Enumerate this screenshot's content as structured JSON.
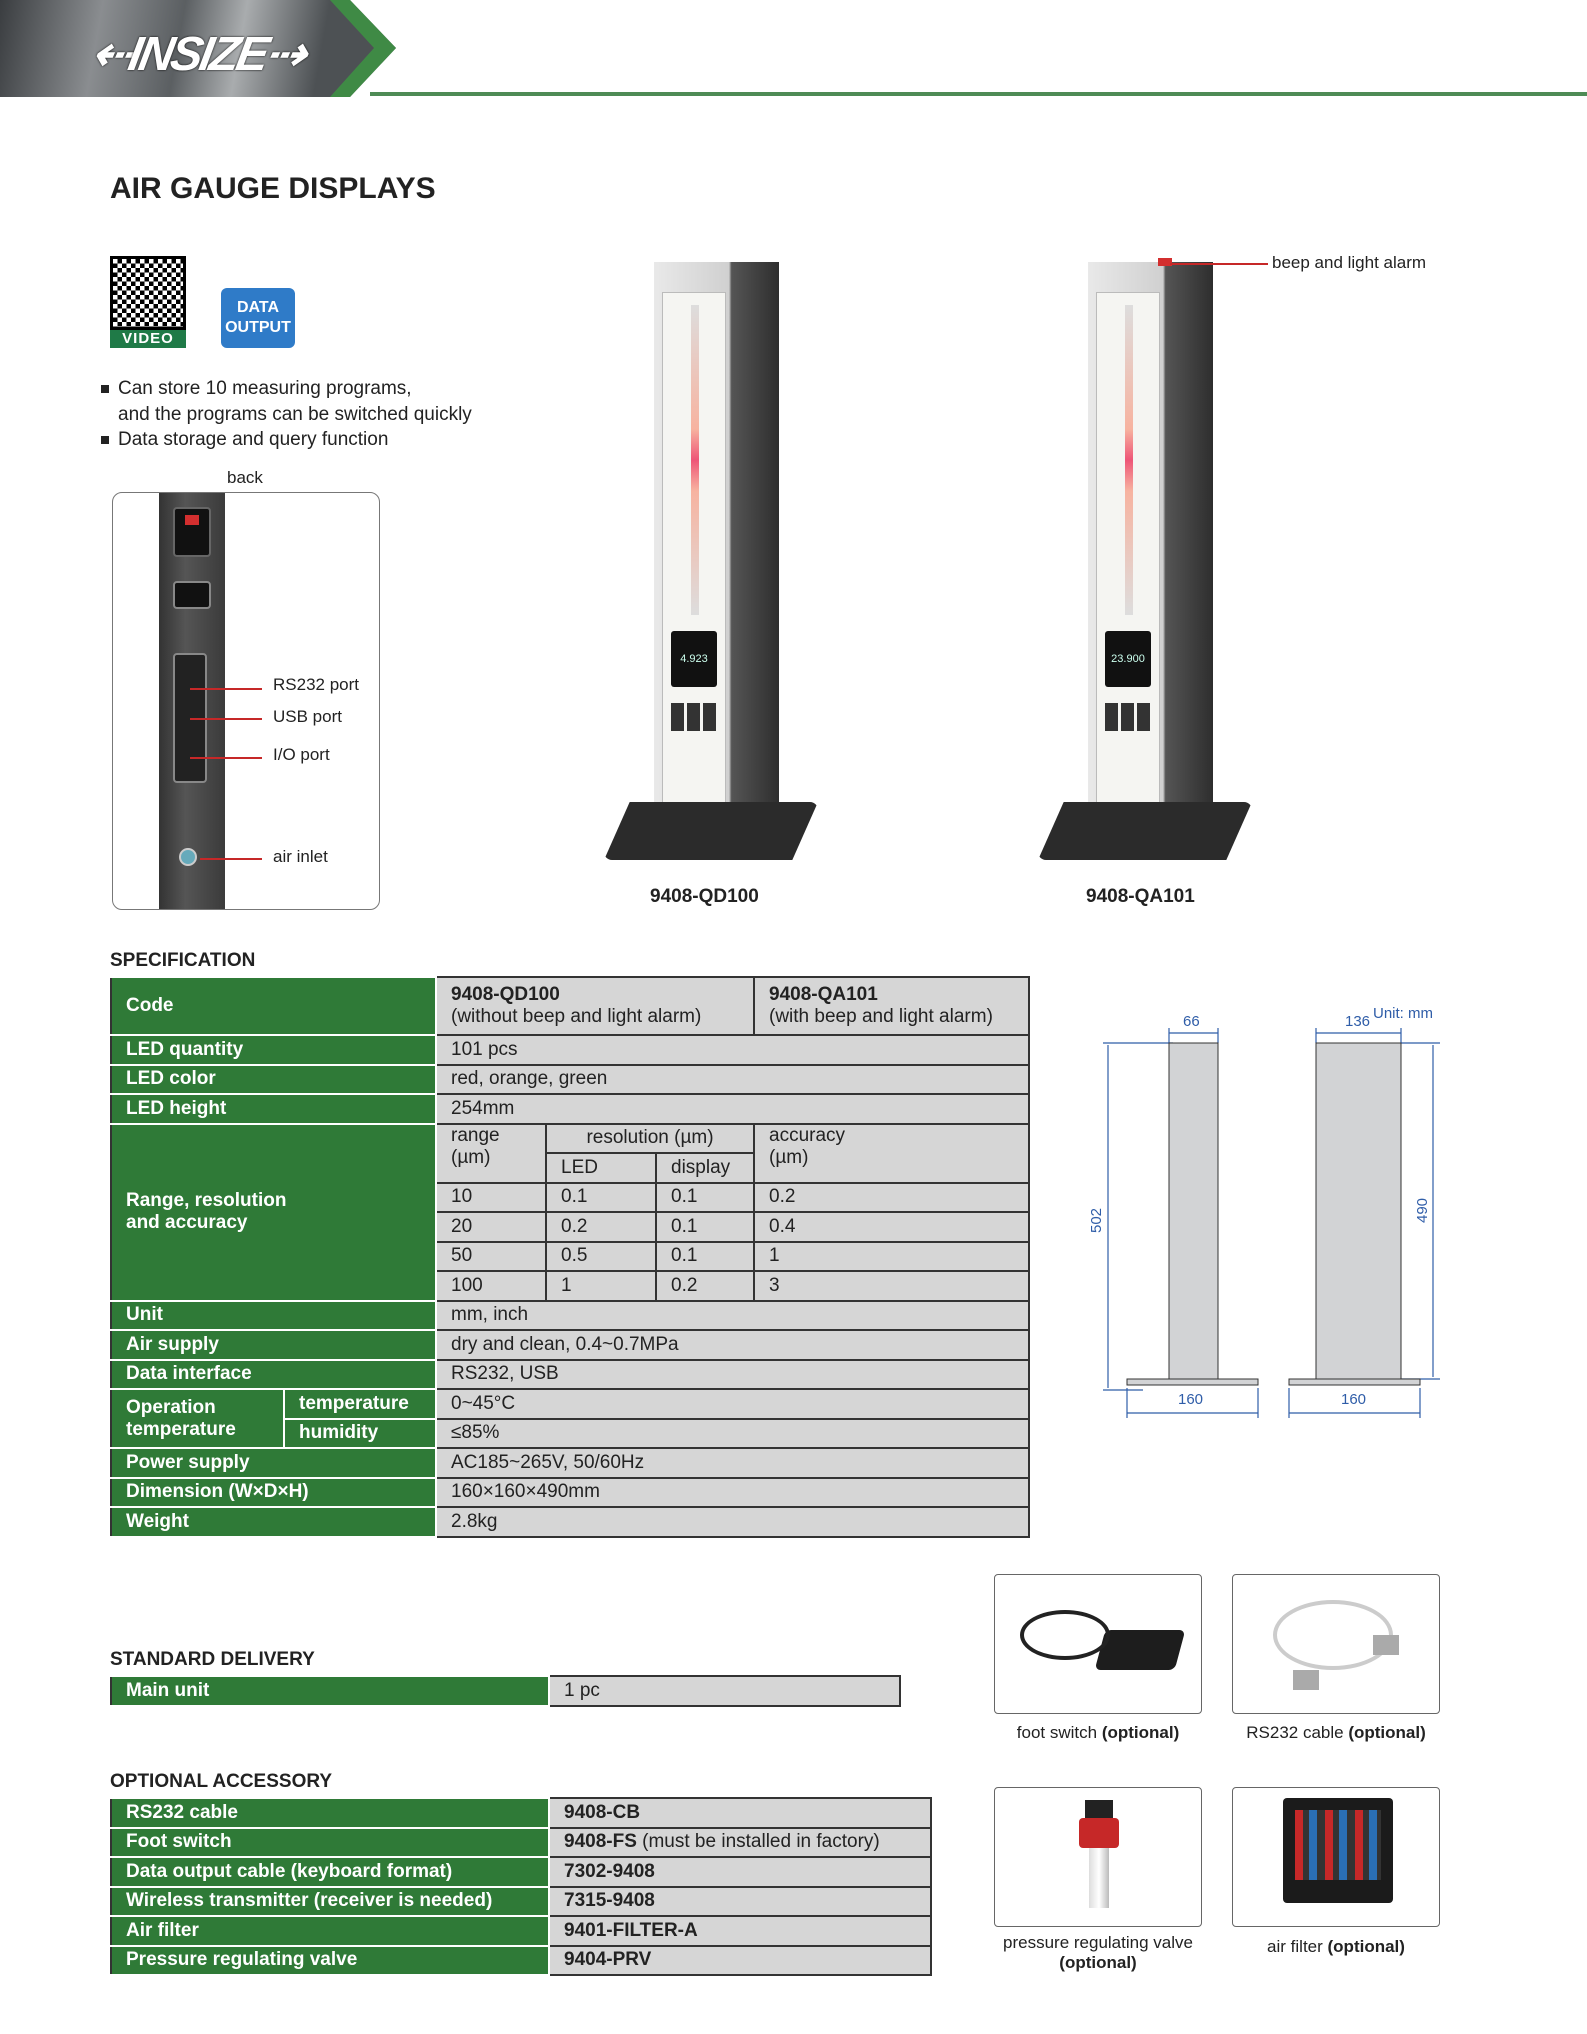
{
  "brand": {
    "logo": "INSIZE",
    "accent": "#2f7a37"
  },
  "title": "AIR GAUGE DISPLAYS",
  "badges": {
    "video": "VIDEO",
    "data_output_line1": "DATA",
    "data_output_line2": "OUTPUT"
  },
  "features": [
    "Can store 10 measuring programs,",
    "and the programs can be switched quickly",
    "Data storage and query function"
  ],
  "back_view": {
    "label": "back",
    "callouts": [
      "RS232 port",
      "USB port",
      "I/O port",
      "air inlet"
    ]
  },
  "products": [
    {
      "code": "9408-QD100",
      "screen": "4.923"
    },
    {
      "code": "9408-QA101",
      "screen": "23.900",
      "callout": "beep and light alarm"
    }
  ],
  "specification": {
    "title": "SPECIFICATION",
    "code_label": "Code",
    "codes": [
      {
        "code": "9408-QD100",
        "note": "(without beep and light alarm)"
      },
      {
        "code": "9408-QA101",
        "note": "(with beep and light alarm)"
      }
    ],
    "rows_top": [
      {
        "label": "LED quantity",
        "value": "101 pcs"
      },
      {
        "label": "LED color",
        "value": "red, orange, green"
      },
      {
        "label": "LED height",
        "value": "254mm"
      }
    ],
    "range": {
      "label_line1": "Range, resolution",
      "label_line2": "and accuracy",
      "h_range": "range",
      "h_range_unit": "(µm)",
      "h_resolution": "resolution (µm)",
      "h_led": "LED",
      "h_display": "display",
      "h_accuracy": "accuracy",
      "h_accuracy_unit": "(µm)",
      "rows": [
        [
          "10",
          "0.1",
          "0.1",
          "0.2"
        ],
        [
          "20",
          "0.2",
          "0.1",
          "0.4"
        ],
        [
          "50",
          "0.5",
          "0.1",
          "1"
        ],
        [
          "100",
          "1",
          "0.2",
          "3"
        ]
      ]
    },
    "rows_mid": [
      {
        "label": "Unit",
        "value": "mm, inch"
      },
      {
        "label": "Air supply",
        "value": "dry and clean, 0.4~0.7MPa"
      },
      {
        "label": "Data interface",
        "value": "RS232, USB"
      }
    ],
    "op": {
      "label_line1": "Operation",
      "label_line2": "temperature",
      "temp_label": "temperature",
      "temp_value": "0~45°C",
      "hum_label": "humidity",
      "hum_value": "≤85%"
    },
    "rows_bottom": [
      {
        "label": "Power supply",
        "value": "AC185~265V, 50/60Hz"
      },
      {
        "label": "Dimension (W×D×H)",
        "value": "160×160×490mm"
      },
      {
        "label": "Weight",
        "value": "2.8kg"
      }
    ]
  },
  "dimensions": {
    "unit": "Unit: mm",
    "side_width": "66",
    "side_height": "502",
    "side_base": "160",
    "front_width": "136",
    "front_height": "490",
    "front_base": "160"
  },
  "standard_delivery": {
    "title": "STANDARD DELIVERY",
    "rows": [
      {
        "label": "Main unit",
        "value": "1 pc"
      }
    ]
  },
  "optional_accessory": {
    "title": "OPTIONAL ACCESSORY",
    "rows": [
      {
        "label": "RS232 cable",
        "code": "9408-CB",
        "note": ""
      },
      {
        "label": "Foot switch",
        "code": "9408-FS",
        "note": " (must be installed in factory)"
      },
      {
        "label": "Data output cable (keyboard format)",
        "code": "7302-9408",
        "note": ""
      },
      {
        "label": "Wireless transmitter (receiver is needed)",
        "code": "7315-9408",
        "note": ""
      },
      {
        "label": "Air filter",
        "code": "9401-FILTER-A",
        "note": ""
      },
      {
        "label": "Pressure regulating valve",
        "code": "9404-PRV",
        "note": ""
      }
    ]
  },
  "accessory_photos": [
    {
      "name": "foot switch",
      "tag": "(optional)"
    },
    {
      "name": "RS232 cable",
      "tag": "(optional)"
    },
    {
      "name": "pressure regulating valve",
      "tag": "(optional)"
    },
    {
      "name": "air filter",
      "tag": "(optional)"
    }
  ]
}
